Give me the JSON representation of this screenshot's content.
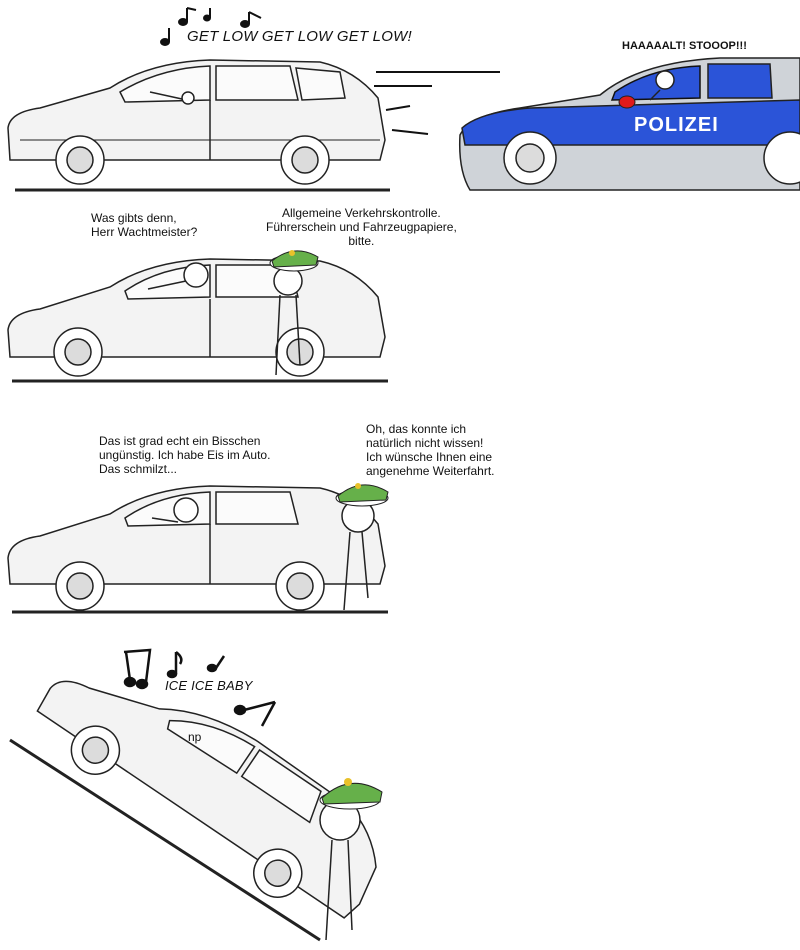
{
  "colors": {
    "police_blue": "#2b54d8",
    "police_silver": "#cfd3d8",
    "cap_green": "#66b04a",
    "beacon_red": "#e01a1a",
    "car_body": "#f3f3f3",
    "outline": "#222222"
  },
  "panel1": {
    "song_lyric": "GET LOW GET LOW GET LOW!",
    "police_shout": "HAAAAALT! STOOOP!!!",
    "police_car_label": "POLIZEI"
  },
  "panel2": {
    "driver_line": "Was gibts denn,\nHerr Wachtmeister?",
    "officer_line": "Allgemeine Verkehrskontrolle.\nFührerschein und Fahrzeugpapiere,\nbitte."
  },
  "panel3": {
    "driver_line": "Das ist grad echt ein Bisschen\nungünstig. Ich habe Eis im Auto.\nDas schmilzt...",
    "officer_line": "Oh, das konnte ich\nnatürlich nicht wissen!\nIch wünsche Ihnen eine\nangenehme Weiterfahrt."
  },
  "panel4": {
    "song_lyric": "ICE ICE BABY",
    "driver_reply": "np"
  },
  "icons": [
    "music-note-icon",
    "police-cap-icon",
    "siren-beacon-icon"
  ]
}
